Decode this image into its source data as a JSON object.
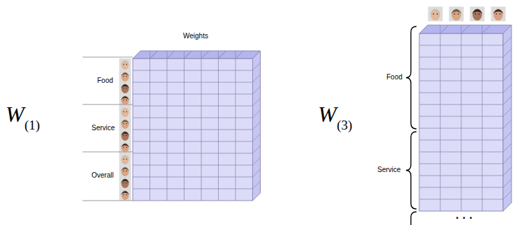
{
  "diagram": {
    "labels": [
      "W",
      "(1)",
      "Weights",
      "Food",
      "Service",
      "Overall",
      "W",
      "(3)",
      "Food",
      "Service",
      "· · ·"
    ]
  }
}
